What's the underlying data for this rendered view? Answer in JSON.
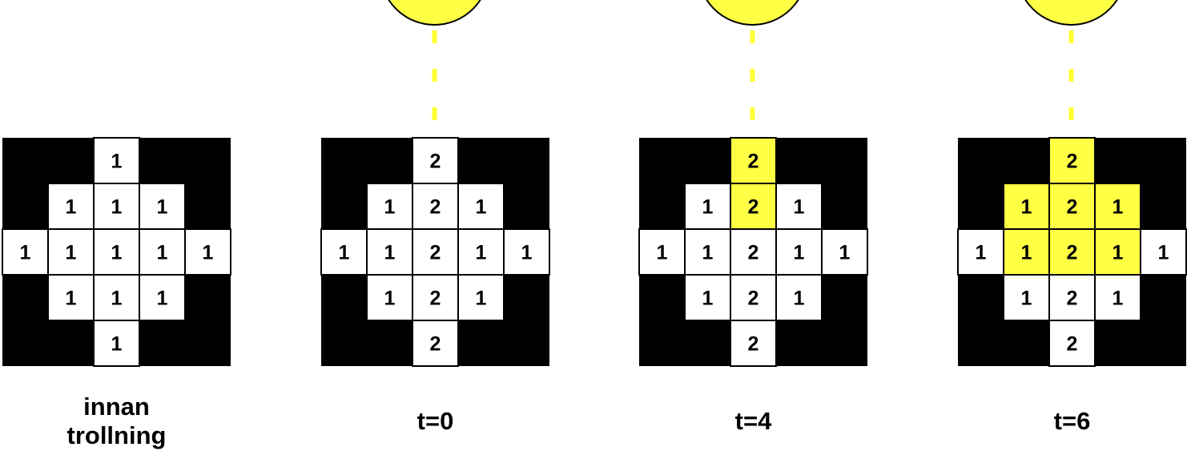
{
  "colors": {
    "cell_open": "#ffffff",
    "cell_blocked": "#000000",
    "cell_lit": "#ffff44",
    "sun": "#ffff44",
    "beam": "#ffff33"
  },
  "panels": [
    {
      "label": [
        "innan",
        "trollning"
      ],
      "sun": false,
      "cells": [
        [
          null,
          null,
          1,
          null,
          null
        ],
        [
          null,
          1,
          1,
          1,
          null
        ],
        [
          1,
          1,
          1,
          1,
          1
        ],
        [
          null,
          1,
          1,
          1,
          null
        ],
        [
          null,
          null,
          1,
          null,
          null
        ]
      ],
      "lit": []
    },
    {
      "label": [
        "t=0"
      ],
      "sun": true,
      "cells": [
        [
          null,
          null,
          2,
          null,
          null
        ],
        [
          null,
          1,
          2,
          1,
          null
        ],
        [
          1,
          1,
          2,
          1,
          1
        ],
        [
          null,
          1,
          2,
          1,
          null
        ],
        [
          null,
          null,
          2,
          null,
          null
        ]
      ],
      "lit": []
    },
    {
      "label": [
        "t=4"
      ],
      "sun": true,
      "cells": [
        [
          null,
          null,
          2,
          null,
          null
        ],
        [
          null,
          1,
          2,
          1,
          null
        ],
        [
          1,
          1,
          2,
          1,
          1
        ],
        [
          null,
          1,
          2,
          1,
          null
        ],
        [
          null,
          null,
          2,
          null,
          null
        ]
      ],
      "lit": [
        [
          0,
          2
        ],
        [
          1,
          2
        ]
      ]
    },
    {
      "label": [
        "t=6"
      ],
      "sun": true,
      "cells": [
        [
          null,
          null,
          2,
          null,
          null
        ],
        [
          null,
          1,
          2,
          1,
          null
        ],
        [
          1,
          1,
          2,
          1,
          1
        ],
        [
          null,
          1,
          2,
          1,
          null
        ],
        [
          null,
          null,
          2,
          null,
          null
        ]
      ],
      "lit": [
        [
          0,
          2
        ],
        [
          1,
          1
        ],
        [
          1,
          2
        ],
        [
          1,
          3
        ],
        [
          2,
          1
        ],
        [
          2,
          2
        ],
        [
          2,
          3
        ]
      ]
    }
  ]
}
